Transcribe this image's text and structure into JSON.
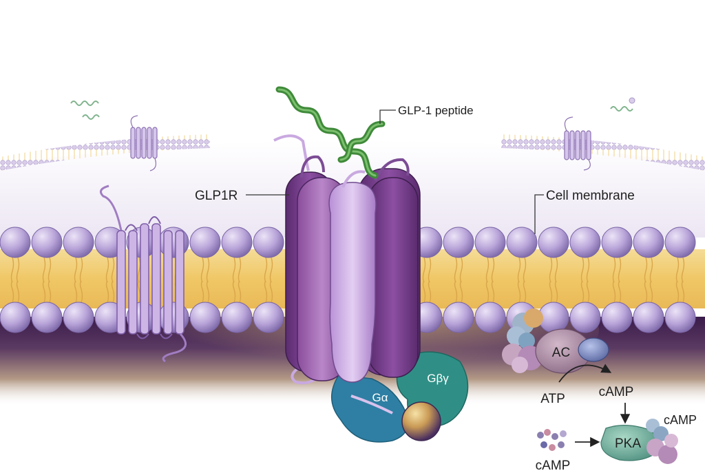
{
  "labels": {
    "glp1_peptide": "GLP-1 peptide",
    "glp1r": "GLP1R",
    "cell_membrane": "Cell membrane",
    "g_alpha": "Gα",
    "g_beta_gamma": "Gβγ",
    "ac": "AC",
    "atp": "ATP",
    "camp_product": "cAMP",
    "pka": "PKA",
    "camp_pka_right": "cAMP",
    "camp_free": "cAMP"
  },
  "colors": {
    "lipid_head": "#b7a4d8",
    "lipid_core": "#f2d27f",
    "receptor_dark": "#6f3c86",
    "receptor_mid": "#9b64b0",
    "receptor_light": "#c9a9e0",
    "peptide": "#3f8a3a",
    "g_alpha": "#2e7fa3",
    "g_beta_gamma": "#2f8f86",
    "pka": "#6fae9c",
    "ac": "#a98ba3"
  }
}
